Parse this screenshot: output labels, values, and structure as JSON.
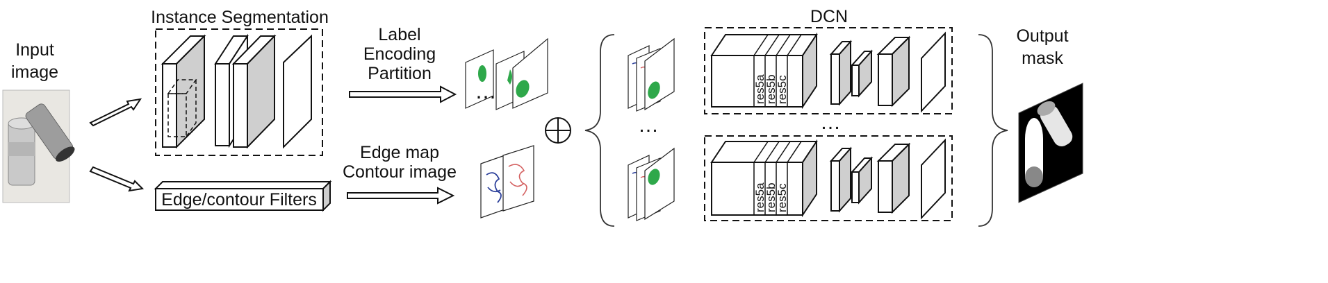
{
  "labels": {
    "input_image_line1": "Input",
    "input_image_line2": "image",
    "instance_segmentation": "Instance Segmentation",
    "label_line1": "Label",
    "label_line2": "Encoding",
    "label_line3": "Partition",
    "edge_line1": "Edge map",
    "edge_line2": "Contour image",
    "edge_filters": "Edge/contour Filters",
    "dcn": "DCN",
    "output_line1": "Output",
    "output_line2": "mask",
    "ellipsis": "…",
    "ellipsis_short": "⋯"
  },
  "dcn_blocks": {
    "res_labels": [
      "res5a",
      "res5b",
      "res5c"
    ]
  },
  "colors": {
    "green": "#2ea84a",
    "grey_face": "#cfcfcf",
    "stroke": "#111111",
    "blue_sketch": "#2b3f9a",
    "red_sketch": "#d46060"
  },
  "icons": {
    "combine": "circle-plus-icon",
    "arrow": "hollow-arrow-icon"
  }
}
